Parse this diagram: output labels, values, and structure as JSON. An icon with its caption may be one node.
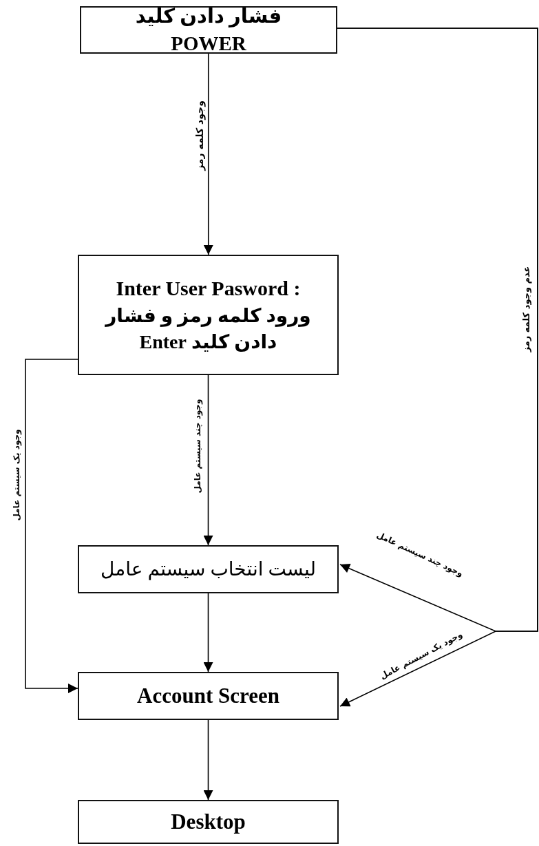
{
  "diagram": {
    "nodes": [
      {
        "text": [
          "فشار دادن کلید POWER"
        ]
      },
      {
        "text": [
          "Inter User Pasword :",
          "ورود کلمه رمز و فشار دادن کلید Enter"
        ]
      },
      {
        "text": [
          "لیست انتخاب سیستم عامل"
        ]
      },
      {
        "text": [
          "Account Screen"
        ]
      },
      {
        "text": [
          "Desktop"
        ]
      }
    ],
    "edges": [
      {
        "from": 0,
        "to": 1,
        "arrow": "to",
        "label": "وجود کلمه رمز"
      },
      {
        "from": 1,
        "to": 2,
        "arrow": "to",
        "label": "وجود چند سیستم عامل"
      },
      {
        "from": 1,
        "to": 3,
        "arrow": "to",
        "label": "وجود یک سیستم عامل"
      },
      {
        "from": 2,
        "to": 3,
        "arrow": "to"
      },
      {
        "from": 3,
        "to": 4,
        "arrow": "to"
      },
      {
        "from": 0,
        "to": 2,
        "arrow": "to",
        "label": "وجود چند سیستم عامل"
      },
      {
        "from": 0,
        "to": 3,
        "arrow": "to",
        "label": "وجود یک سیستم عامل"
      }
    ],
    "labels": [
      "عدم وجود کلمه رمز"
    ]
  }
}
